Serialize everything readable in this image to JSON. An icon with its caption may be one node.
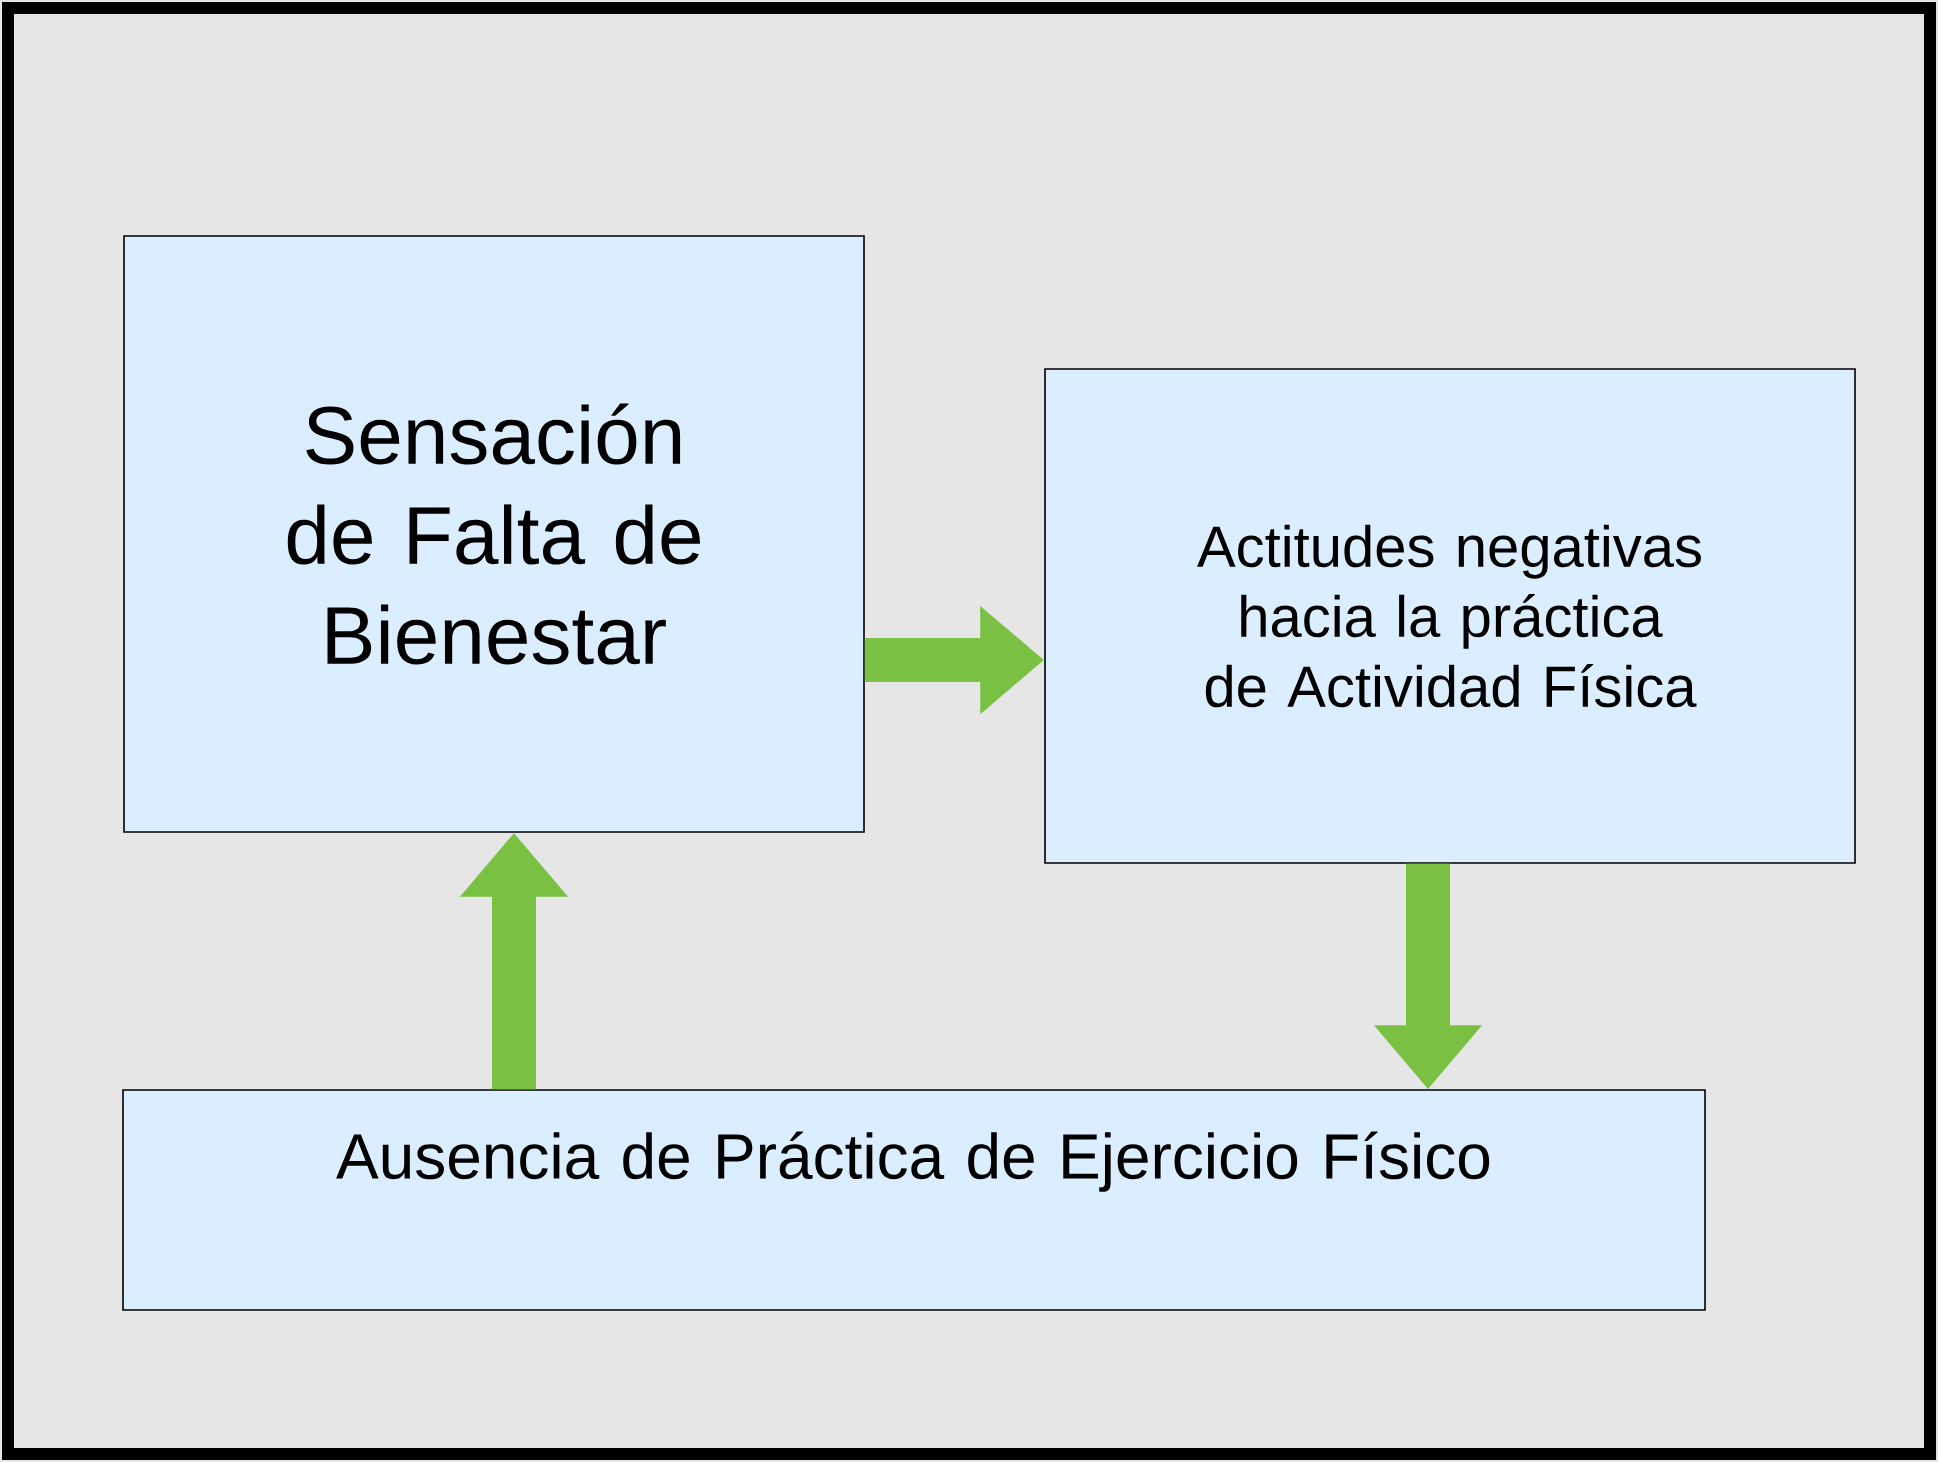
{
  "diagram": {
    "nodes": [
      {
        "text": [
          "Sensación de Falta de Bienestar"
        ]
      },
      {
        "text": [
          "Actitudes negativas hacia la práctica de Actividad Física"
        ]
      },
      {
        "text": [
          "Ausencia de Práctica de Ejercicio Físico"
        ]
      }
    ],
    "edges": [
      {
        "from": 0,
        "to": 1,
        "arrow": "to"
      },
      {
        "from": 1,
        "to": 2,
        "arrow": "to"
      },
      {
        "from": 2,
        "to": 0,
        "arrow": "to"
      }
    ]
  }
}
